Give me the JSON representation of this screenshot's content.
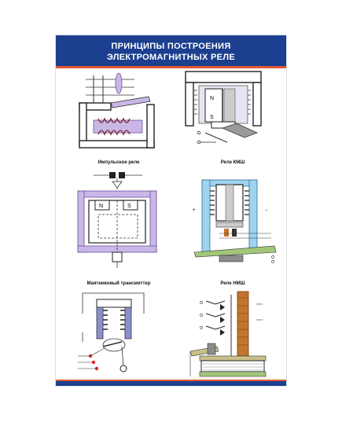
{
  "poster": {
    "title_line1": "ПРИНЦИПЫ ПОСТРОЕНИЯ",
    "title_line2": "ЭЛЕКТРОМАГНИТНЫХ РЕЛЕ"
  },
  "panels": {
    "impulse": {
      "caption": "Импульсное реле",
      "pole_n": "N",
      "pole_s": "S"
    },
    "kmsh": {
      "caption": "Реле КМШ",
      "plus": "+",
      "minus": "−"
    },
    "pendulum": {
      "caption": "Маятниковый трансмиттер"
    },
    "nmsh": {
      "caption": "Реле НМШ"
    },
    "polar": {
      "pole_n": "N",
      "pole_s": "S"
    }
  },
  "colors": {
    "banner": "#1c3f8f",
    "accent": "#e4572e",
    "coil": "#8a6fb8",
    "coil_light": "#c9b8e6",
    "core_blue": "#9fd3ef",
    "contact_orange": "#c4742e",
    "contact_red": "#d62a2a",
    "steel_gray": "#8c8c8c",
    "tan": "#c8bf8a",
    "green_base": "#a3c77a"
  }
}
